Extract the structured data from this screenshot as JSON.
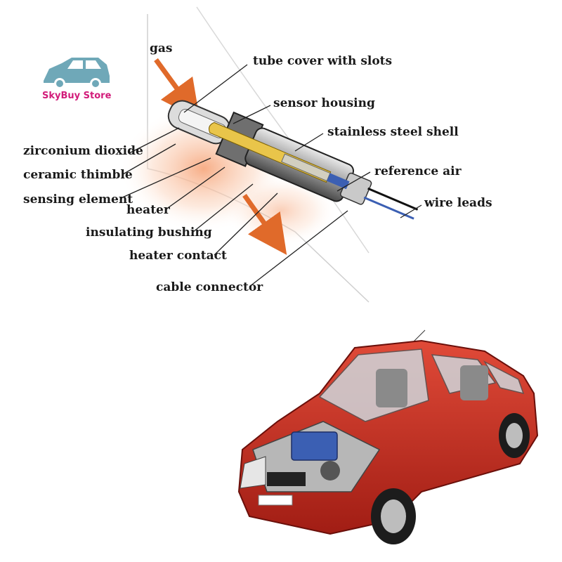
{
  "logo": {
    "store_name": "SkyBuy Store",
    "icon": "car-icon",
    "accent": "#D21C7A",
    "car_color": "#6FA8B8"
  },
  "sensor_diagram": {
    "labels": {
      "gas": "gas",
      "tube_cover": "tube cover with slots",
      "sensor_housing": "sensor housing",
      "steel_shell": "stainless steel shell",
      "zirconium": "zirconium dioxide",
      "thimble": "ceramic thimble",
      "sensing_element": "sensing element",
      "heater": "heater",
      "bushing": "insulating bushing",
      "heater_contact": "heater contact",
      "reference_air": "reference air",
      "wire_leads": "wire leads",
      "cable_connector": "cable connector"
    },
    "arrow_color": "#E06A2A"
  },
  "car_illustration": {
    "body_color": "#C8281E"
  }
}
